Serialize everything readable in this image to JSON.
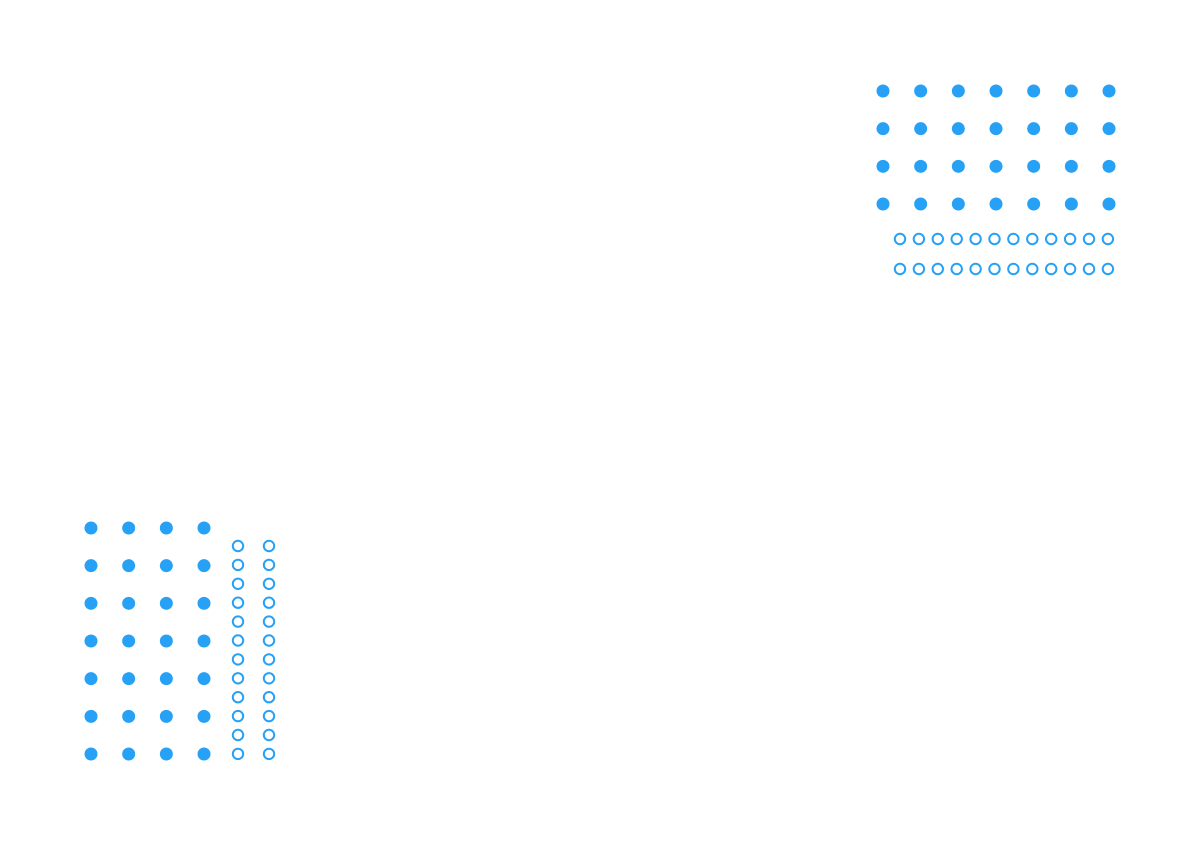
{
  "page": {
    "background": "#ffffff"
  },
  "decorations": {
    "accent_color": "#27a1f5",
    "top_right_pattern": {
      "icon": "dot-grid-icon",
      "filled_dots": {
        "rows": 4,
        "cols": 7
      },
      "ring_dots": {
        "rows": 2,
        "cols": 12
      }
    },
    "bottom_left_pattern": {
      "icon": "dot-grid-icon",
      "filled_dots": {
        "rows": 7,
        "cols": 4
      },
      "ring_dots": {
        "rows": 12,
        "cols": 2
      }
    }
  }
}
